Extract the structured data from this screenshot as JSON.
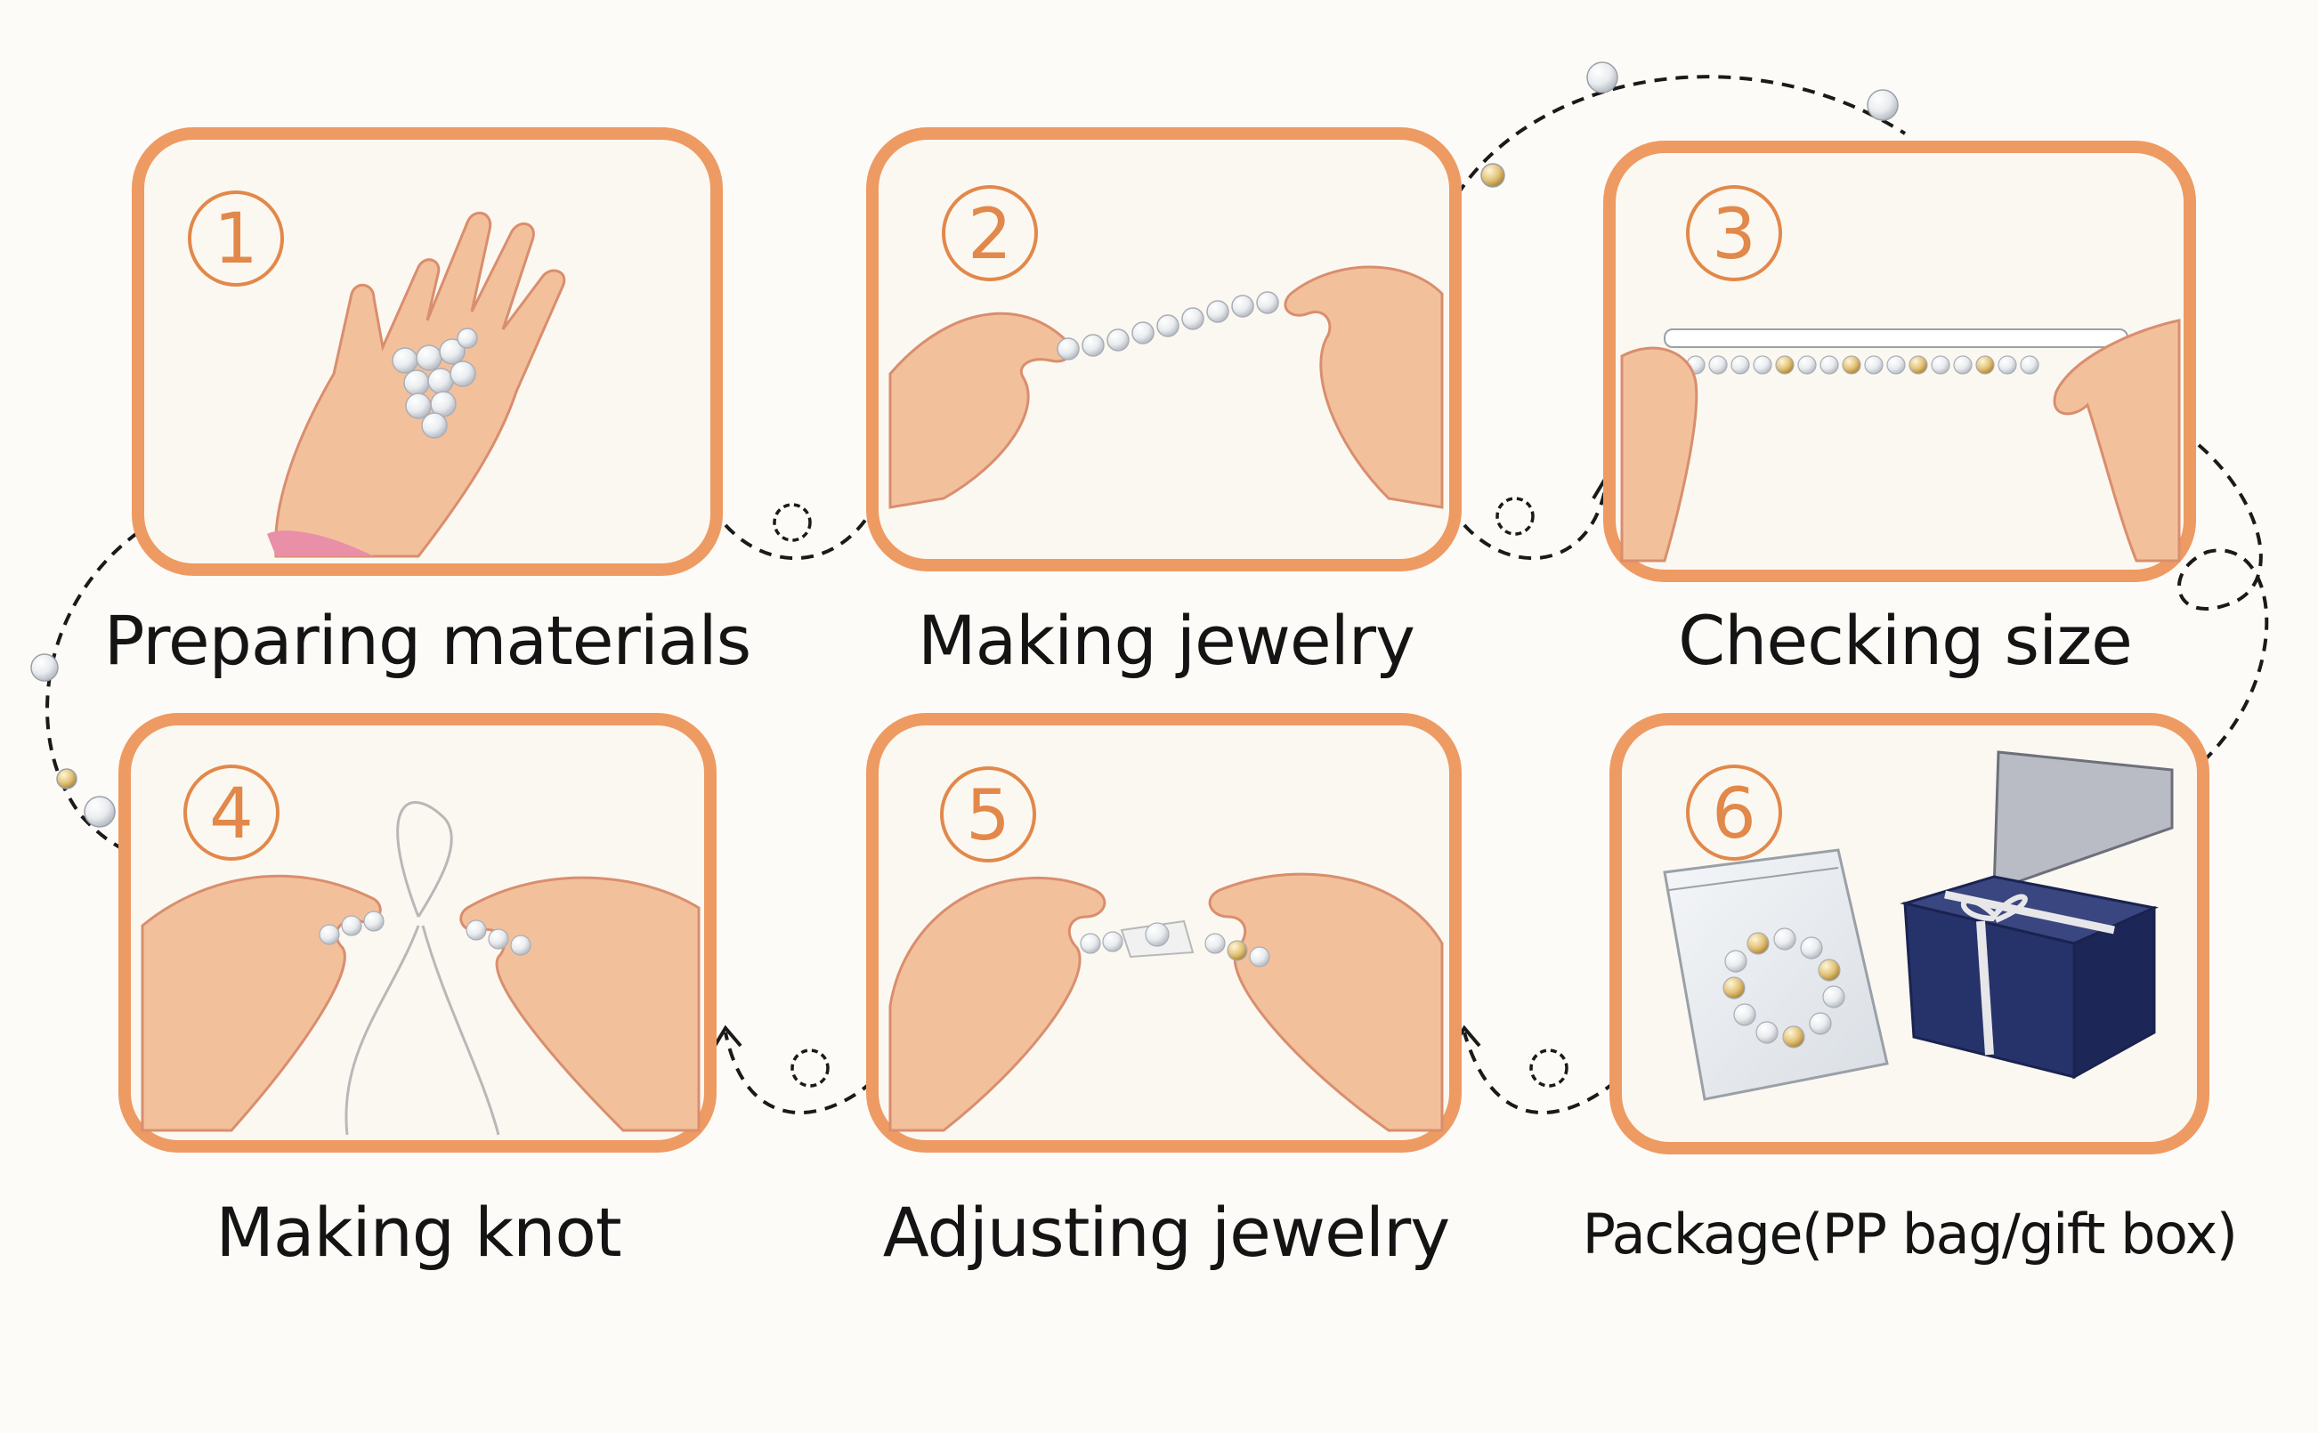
{
  "colors": {
    "frame": "#ee9a63",
    "frame_inner": "#fbf8f1",
    "number": "#e2884a",
    "skin": "#f3c09c",
    "skin_shade": "#e29a78",
    "pearl": "#eef0f2",
    "gift_box": "#26336b",
    "dash": "#1a1a1a"
  },
  "steps": [
    {
      "number": "1",
      "label": "Preparing materials",
      "illustration": "open-palm-with-pearls"
    },
    {
      "number": "2",
      "label": "Making jewelry",
      "illustration": "hands-threading-beads"
    },
    {
      "number": "3",
      "label": "Checking size",
      "illustration": "hands-measuring-strand"
    },
    {
      "number": "4",
      "label": "Making knot",
      "illustration": "hands-tying-knot"
    },
    {
      "number": "5",
      "label": "Adjusting jewelry",
      "illustration": "hands-adjusting-bracelet"
    },
    {
      "number": "6",
      "label": "Package(PP bag/gift box)",
      "illustration": "pp-bag-and-gift-box"
    }
  ]
}
